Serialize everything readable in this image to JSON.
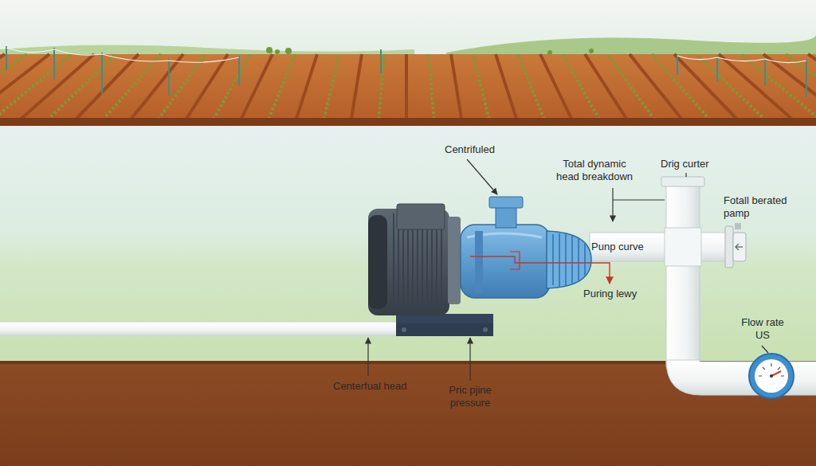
{
  "diagram": {
    "labels": [
      "Centrifuled",
      "Total dynamic head breakdown",
      "Drig curter",
      "Fotall berated pamp",
      "Punp curve",
      "Puring lewy",
      "Flow rate US",
      "Centerfual head",
      "Pric pjine pressure"
    ]
  }
}
